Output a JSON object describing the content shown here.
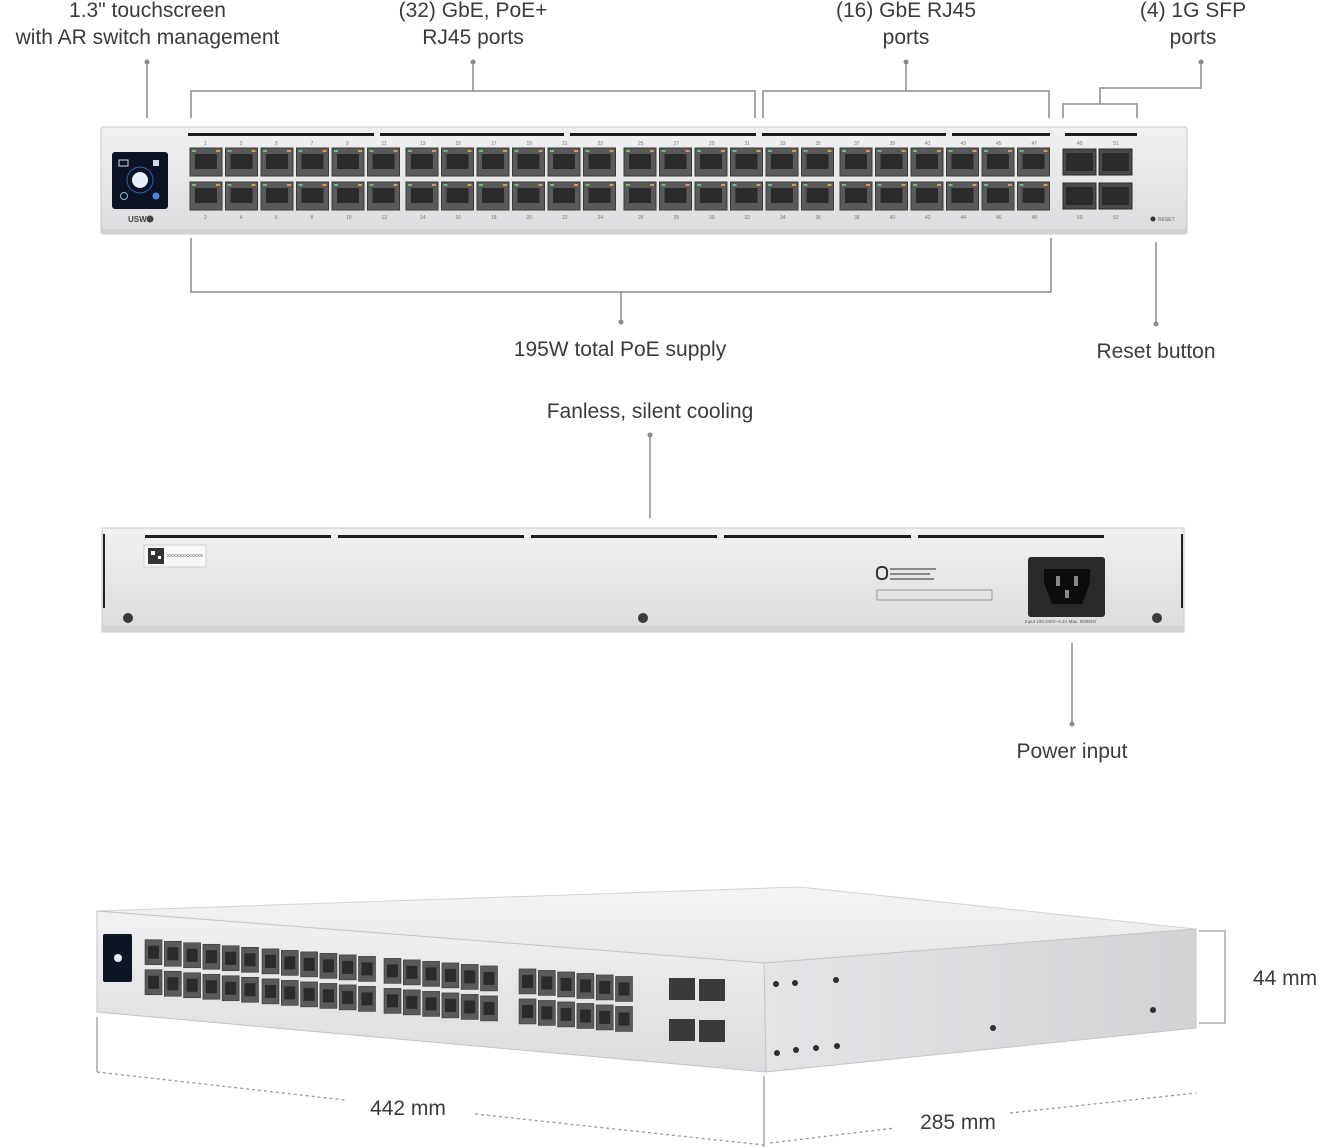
{
  "labels": {
    "touchscreen_l1": "1.3\" touchscreen",
    "touchscreen_l2": "with AR switch management",
    "poe_ports_l1": "(32) GbE, PoE+",
    "poe_ports_l2": "RJ45 ports",
    "rj45_l1": "(16) GbE RJ45",
    "rj45_l2": "ports",
    "sfp_l1": "(4) 1G SFP",
    "sfp_l2": "ports",
    "poe_supply": "195W total PoE supply",
    "reset": "Reset button",
    "cooling": "Fanless, silent cooling",
    "power": "Power input",
    "width": "442 mm",
    "depth": "285 mm",
    "height": "44 mm"
  },
  "device": {
    "brand_mark": "USW",
    "reset_text": "RESET",
    "power_rating": "Input 100-240V~4.4A Max. 50/60Hz",
    "serial_placeholder": "XXXXXXXXXXXX",
    "top_port_numbers": [
      "1",
      "3",
      "5",
      "7",
      "9",
      "11",
      "13",
      "15",
      "17",
      "19",
      "21",
      "23",
      "25",
      "27",
      "29",
      "31",
      "33",
      "35",
      "37",
      "39",
      "41",
      "43",
      "45",
      "47"
    ],
    "bottom_port_numbers": [
      "2",
      "4",
      "6",
      "8",
      "10",
      "12",
      "14",
      "16",
      "18",
      "20",
      "22",
      "24",
      "26",
      "28",
      "30",
      "32",
      "34",
      "36",
      "38",
      "40",
      "42",
      "44",
      "46",
      "48"
    ],
    "sfp_top_numbers": [
      "49",
      "51"
    ],
    "sfp_bottom_numbers": [
      "50",
      "52"
    ]
  },
  "colors": {
    "chassis": "#e8e8ea",
    "chassis_edge": "#c9c9cc",
    "port": "#5a5a5c",
    "port_dark": "#2b2b2d",
    "screen": "#1e3a8a",
    "callout": "#8a8a8a",
    "led_green": "#6cc070",
    "led_orange": "#e09a50"
  }
}
